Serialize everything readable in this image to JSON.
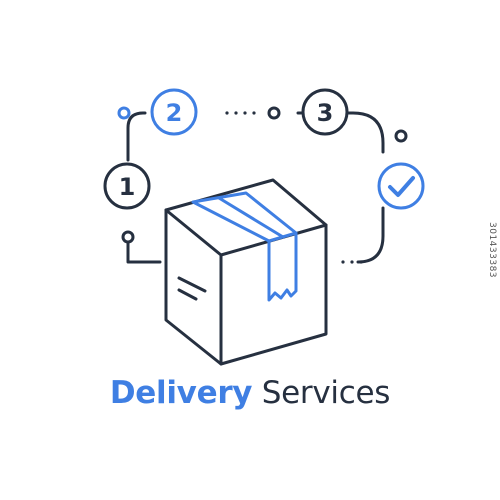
{
  "colors": {
    "ink": "#263040",
    "accent": "#3f7fe3",
    "background": "#ffffff",
    "muted": "#555555"
  },
  "steps": [
    {
      "label": "1",
      "state": "pending"
    },
    {
      "label": "2",
      "state": "active"
    },
    {
      "label": "3",
      "state": "pending"
    },
    {
      "label": "",
      "state": "done",
      "icon": "checkmark-icon"
    }
  ],
  "title": {
    "strong": "Delivery",
    "light": "Services"
  },
  "stock_id": "301433383"
}
